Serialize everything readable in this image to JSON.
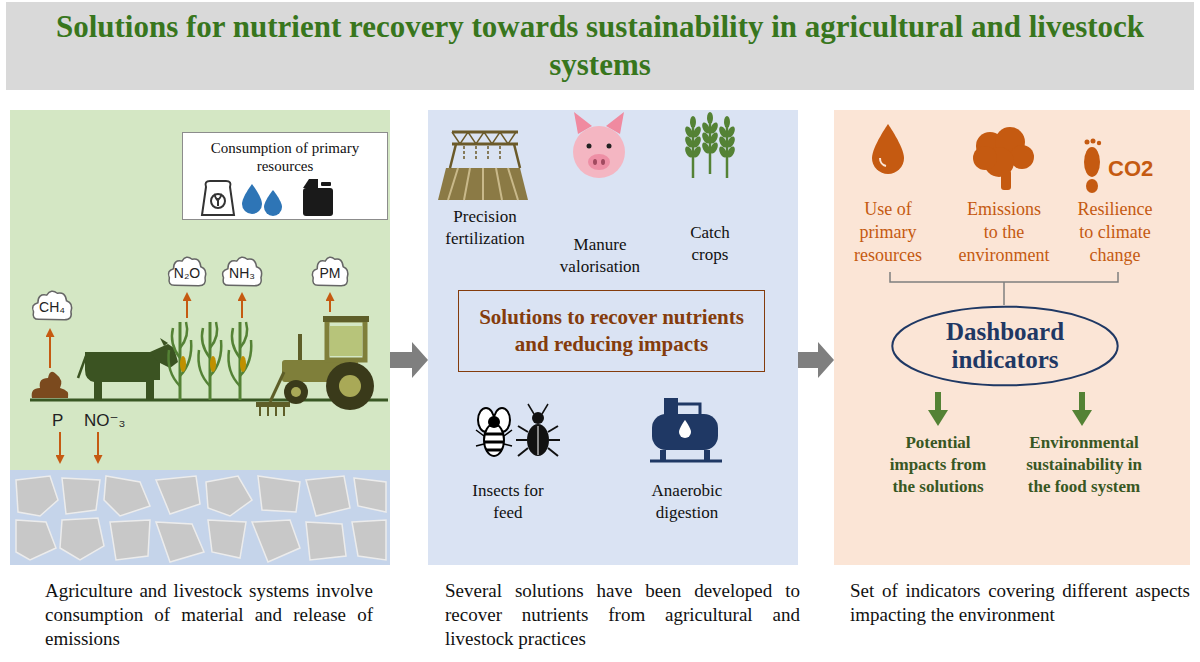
{
  "diagram": {
    "title": "Solutions for nutrient recovery towards sustainability in agricultural and livestock systems",
    "nodes": [
      {
        "text": [
          "Agriculture and livestock systems involve consumption of material and release of emissions"
        ]
      },
      {
        "text": [
          "Consumption of primary resources"
        ],
        "in": 0
      },
      {
        "text": [
          "CH₄"
        ],
        "in": 0
      },
      {
        "text": [
          "N₂O"
        ],
        "in": 0
      },
      {
        "text": [
          "NH₃"
        ],
        "in": 0
      },
      {
        "text": [
          "PM"
        ],
        "in": 0
      },
      {
        "text": [
          "Several solutions have been developed to recover nutrients from agricultural and livestock practices"
        ]
      },
      {
        "text": [
          "Solutions to recover nutrients and reducing impacts"
        ],
        "in": 6
      },
      {
        "text": [
          "Set of indicators covering different aspects impacting the environment"
        ]
      },
      {
        "text": [
          "Dashboard indicators"
        ],
        "in": 8
      }
    ],
    "edges": [
      {
        "from": 0,
        "to": 6,
        "arrow": "to"
      },
      {
        "from": 6,
        "to": 8,
        "arrow": "to"
      }
    ],
    "labels": [
      "P",
      "NO⁻₃",
      "Precision fertilization",
      "Manure valorisation",
      "Catch crops",
      "Insects for feed",
      "Anaerobic digestion",
      "Use of primary resources",
      "Emissions to the environment",
      "Resilience to climate change",
      "CO2",
      "Potential impacts from the solutions",
      "Environmental sustainability in the food system"
    ]
  }
}
